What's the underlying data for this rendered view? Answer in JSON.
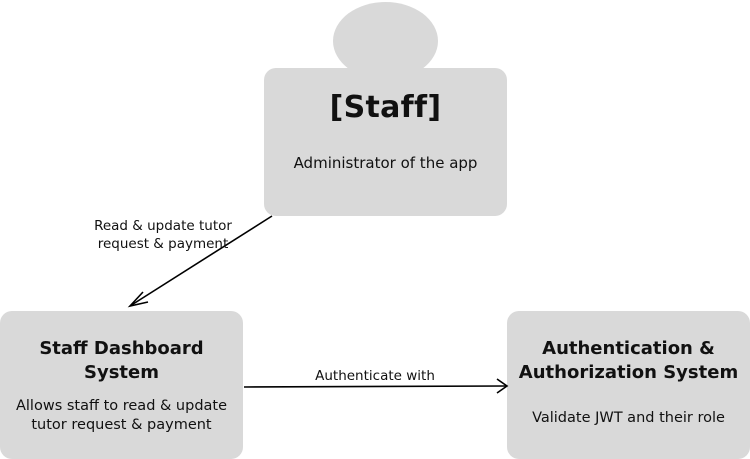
{
  "actor": {
    "title": "[Staff]",
    "description": "Administrator of the app"
  },
  "systems": {
    "dashboard": {
      "title_line1": "Staff Dashboard",
      "title_line2": "System",
      "desc_line1": "Allows staff to read & update",
      "desc_line2": "tutor request & payment"
    },
    "auth": {
      "title_line1": "Authentication &",
      "title_line2": "Authorization System",
      "description": "Validate JWT and their role"
    }
  },
  "relationships": {
    "staff_to_dashboard": {
      "line1": "Read & update tutor",
      "line2": "request & payment"
    },
    "dashboard_to_auth": "Authenticate with"
  },
  "colors": {
    "box_fill": "#d9d9d9",
    "text": "#111111",
    "edge": "#000000"
  }
}
